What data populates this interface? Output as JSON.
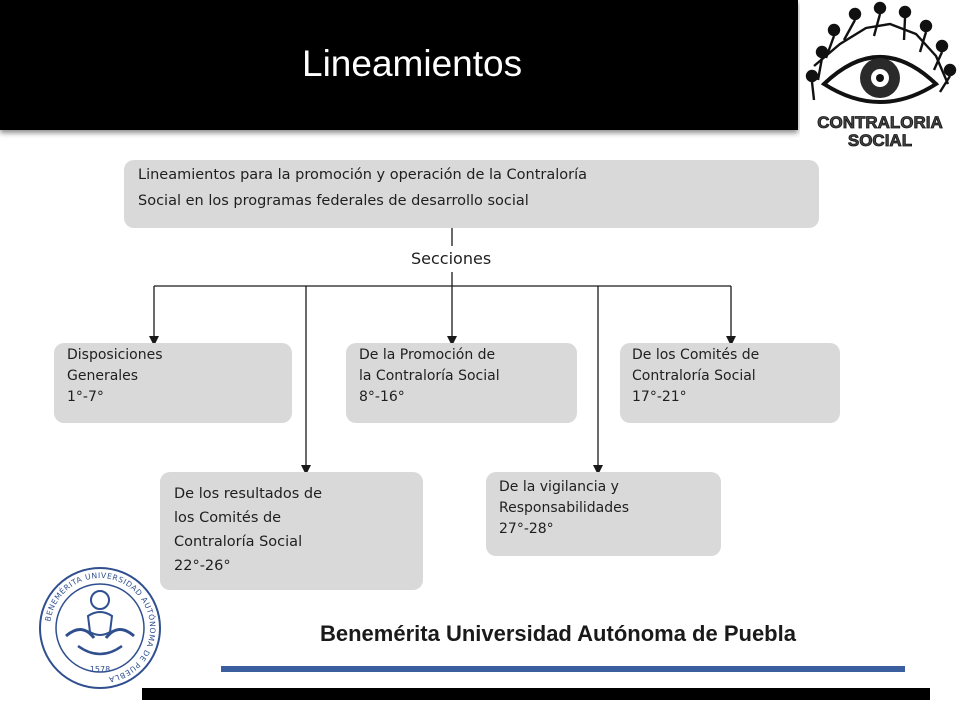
{
  "header": {
    "title": "Lineamientos",
    "logo_text_line1": "CONTRALORIA",
    "logo_text_line2": "SOCIAL"
  },
  "diagram": {
    "root": {
      "lines": [
        "Lineamientos para la promoción y operación de la Contraloría",
        "Social en los programas federales de desarrollo social"
      ]
    },
    "sections_label": "Secciones",
    "nodes": [
      {
        "lines": [
          "Disposiciones",
          "Generales",
          "1°-7°"
        ]
      },
      {
        "lines": [
          "De la Promoción de",
          "la Contraloría Social",
          "8°-16°"
        ]
      },
      {
        "lines": [
          "De los Comités de",
          "Contraloría Social",
          "17°-21°"
        ]
      },
      {
        "lines": [
          "De los resultados de",
          "los Comités de",
          "Contraloría Social",
          "22°-26°"
        ]
      },
      {
        "lines": [
          "De la vigilancia  y",
          "Responsabilidades",
          "27°-28°"
        ]
      }
    ]
  },
  "footer": {
    "university": "Benemérita Universidad Autónoma de Puebla",
    "seal_text": "BENEMÉRITA UNIVERSIDAD AUTÓNOMA DE PUEBLA",
    "seal_year": "1578"
  },
  "colors": {
    "header_bg": "#000000",
    "box_bg": "#d9d9d9",
    "accent_blue": "#3b5f9e",
    "seal_blue": "#2f4f8f"
  }
}
